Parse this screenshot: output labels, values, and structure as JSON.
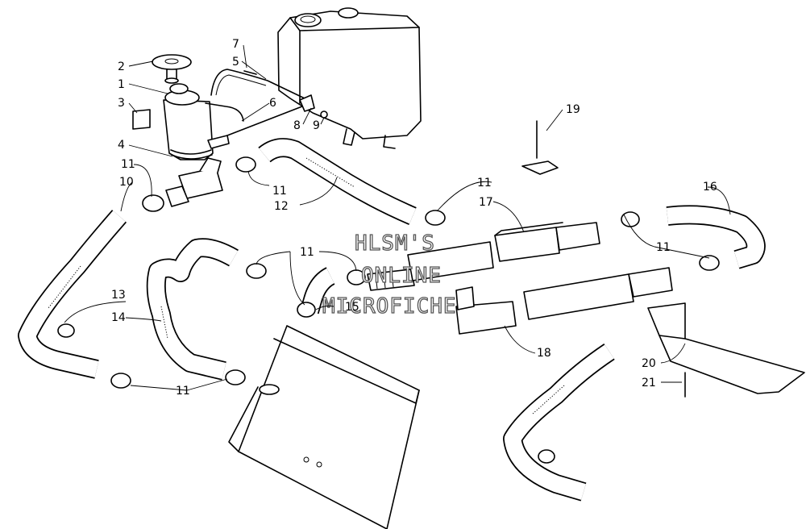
{
  "watermark": {
    "line1": "HLSM'S",
    "line2": "ONLINE",
    "line3": "MICROFICHE"
  },
  "callouts": [
    {
      "id": "c1",
      "label": "1"
    },
    {
      "id": "c2",
      "label": "2"
    },
    {
      "id": "c3",
      "label": "3"
    },
    {
      "id": "c4",
      "label": "4"
    },
    {
      "id": "c5",
      "label": "5"
    },
    {
      "id": "c6",
      "label": "6"
    },
    {
      "id": "c7",
      "label": "7"
    },
    {
      "id": "c8",
      "label": "8"
    },
    {
      "id": "c9",
      "label": "9"
    },
    {
      "id": "c10",
      "label": "10"
    },
    {
      "id": "c11a",
      "label": "11"
    },
    {
      "id": "c11b",
      "label": "11"
    },
    {
      "id": "c11c",
      "label": "11"
    },
    {
      "id": "c11d",
      "label": "11"
    },
    {
      "id": "c11e",
      "label": "11"
    },
    {
      "id": "c11f",
      "label": "11"
    },
    {
      "id": "c11g",
      "label": "11"
    },
    {
      "id": "c12",
      "label": "12"
    },
    {
      "id": "c13",
      "label": "13"
    },
    {
      "id": "c14",
      "label": "14"
    },
    {
      "id": "c15",
      "label": "15"
    },
    {
      "id": "c16",
      "label": "16"
    },
    {
      "id": "c17",
      "label": "17"
    },
    {
      "id": "c18",
      "label": "18"
    },
    {
      "id": "c19",
      "label": "19"
    },
    {
      "id": "c20",
      "label": "20"
    },
    {
      "id": "c21",
      "label": "21"
    }
  ]
}
